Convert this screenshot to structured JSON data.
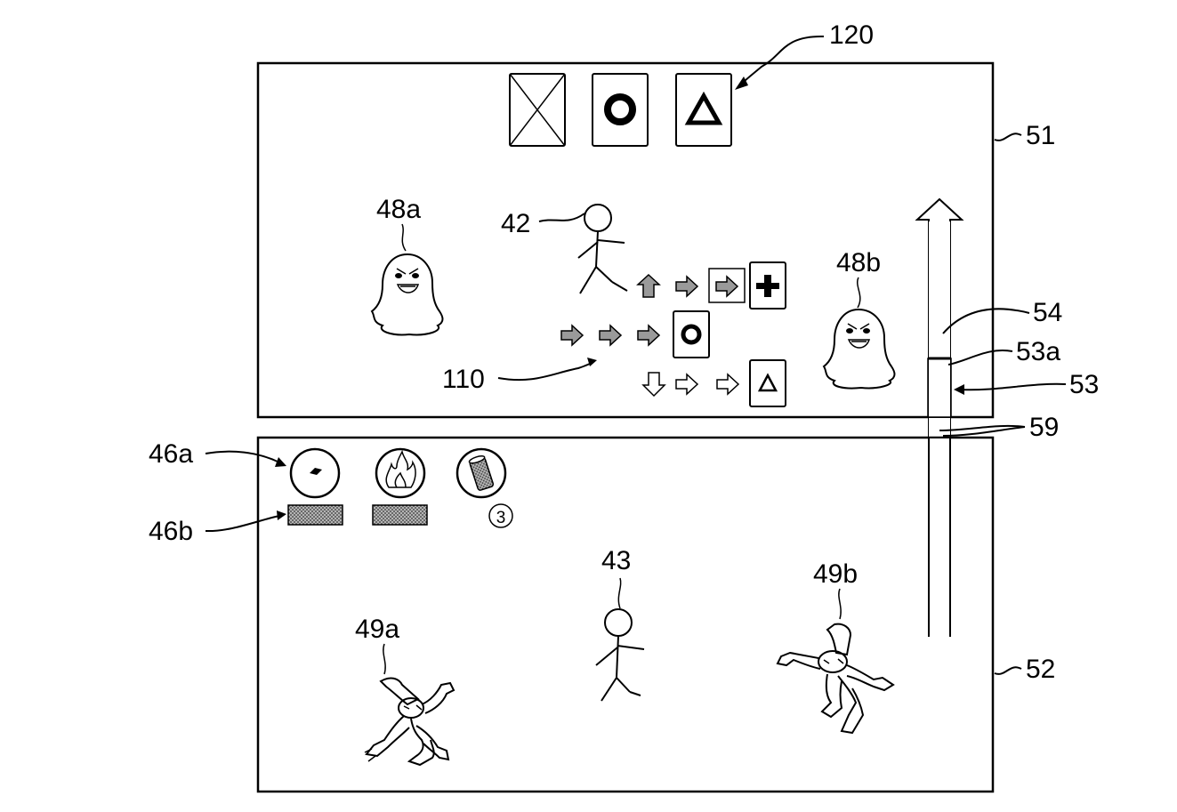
{
  "labels": {
    "ref_120": "120",
    "ref_51": "51",
    "ref_48a": "48a",
    "ref_42": "42",
    "ref_48b": "48b",
    "ref_54": "54",
    "ref_53a": "53a",
    "ref_53": "53",
    "ref_110": "110",
    "ref_59": "59",
    "ref_46a": "46a",
    "ref_46b": "46b",
    "ref_43": "43",
    "ref_49a": "49a",
    "ref_49b": "49b",
    "ref_52": "52",
    "item_count": "3"
  },
  "gauge": {
    "fill_fraction": 0.3
  },
  "colors": {
    "line": "#000000",
    "hatch_fill": "#9a9a9a",
    "background": "#ffffff"
  },
  "icons": {
    "buttons": [
      "cross-button-icon",
      "circle-button-icon",
      "triangle-button-icon"
    ],
    "items": [
      "lightning-item-icon",
      "fire-item-icon",
      "canister-item-icon"
    ]
  }
}
